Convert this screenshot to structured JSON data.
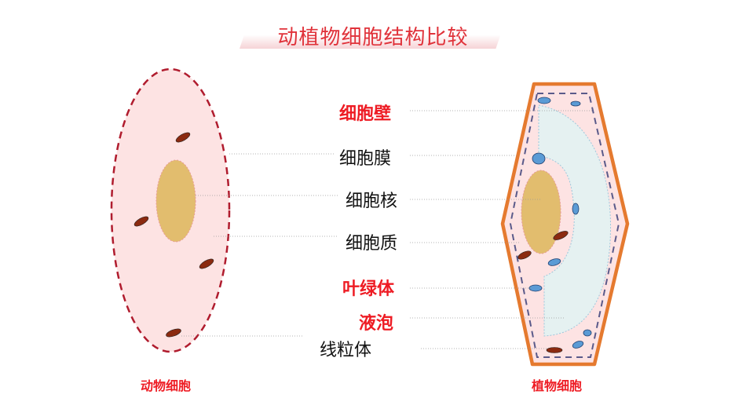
{
  "title": "动植物细胞结构比较",
  "labels": {
    "cell_wall": "细胞壁",
    "cell_membrane": "细胞膜",
    "nucleus": "细胞核",
    "cytoplasm": "细胞质",
    "chloroplast": "叶绿体",
    "vacuole": "液泡",
    "mitochondria": "线粒体"
  },
  "captions": {
    "animal": "动物细胞",
    "plant": "植物细胞"
  },
  "colors": {
    "title": "#e0323a",
    "highlight_label": "#ee1c24",
    "animal_membrane": "#b01c2e",
    "cytoplasm_fill": "#fde3e3",
    "nucleus_fill": "#e2bd6e",
    "mitochondria_fill": "#8b2a10",
    "cell_wall": "#e57a2f",
    "plant_membrane": "#5a5a8a",
    "vacuole_fill": "#e5f1f1",
    "chloroplast_fill": "#5b9bd5"
  }
}
